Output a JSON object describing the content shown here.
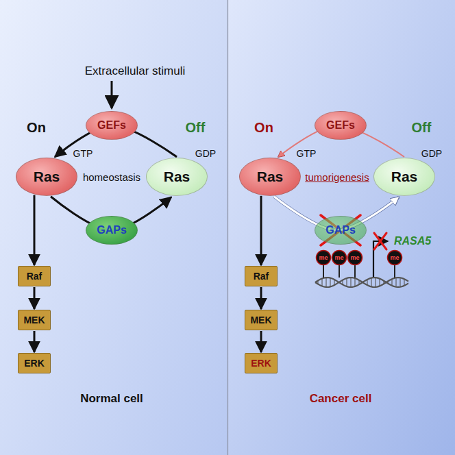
{
  "diagram": {
    "nodes": [
      {
        "text": [
          "GEFs"
        ]
      },
      {
        "text": [
          "Ras"
        ]
      },
      {
        "text": [
          "Ras"
        ]
      },
      {
        "text": [
          "GAPs"
        ]
      },
      {
        "text": [
          "Raf"
        ]
      },
      {
        "text": [
          "MEK"
        ]
      },
      {
        "text": [
          "ERK"
        ]
      },
      {
        "text": [
          "GEFs"
        ]
      },
      {
        "text": [
          "Ras"
        ]
      },
      {
        "text": [
          "Ras"
        ]
      },
      {
        "text": [
          "GAPs"
        ]
      },
      {
        "text": [
          "Raf"
        ]
      },
      {
        "text": [
          "MEK"
        ]
      },
      {
        "text": [
          "ERK"
        ]
      }
    ],
    "edges": [
      {
        "from": 2,
        "to": 1,
        "arrow": "to"
      },
      {
        "from": 1,
        "to": 2,
        "arrow": "to"
      },
      {
        "from": 1,
        "to": 4,
        "arrow": "to"
      },
      {
        "from": 4,
        "to": 5,
        "arrow": "to"
      },
      {
        "from": 5,
        "to": 6,
        "arrow": "to"
      },
      {
        "from": 9,
        "to": 8,
        "arrow": "to"
      },
      {
        "from": 8,
        "to": 9,
        "arrow": "to"
      },
      {
        "from": 8,
        "to": 11,
        "arrow": "to"
      },
      {
        "from": 11,
        "to": 12,
        "arrow": "to"
      },
      {
        "from": 12,
        "to": 13,
        "arrow": "to"
      }
    ],
    "labels": [
      "Extracellular stimuli",
      "On",
      "Off",
      "GTP",
      "homeostasis",
      "GDP",
      "Normal cell",
      "On",
      "Off",
      "GTP",
      "tumorigenesis",
      "GDP",
      "RASA5",
      "me",
      "me",
      "me",
      "me",
      "Cancer cell"
    ]
  }
}
